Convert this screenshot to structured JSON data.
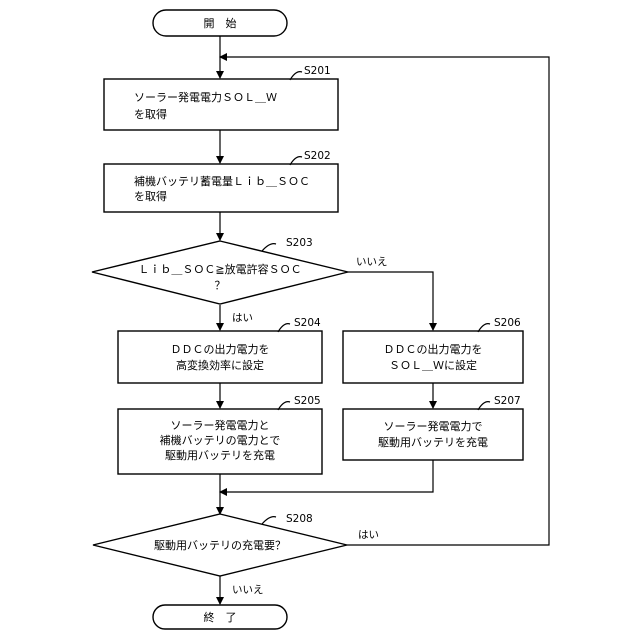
{
  "start": "開　始",
  "end": "終　了",
  "steps": {
    "s201": {
      "id": "S201",
      "line1": "ソーラー発電電力ＳＯＬ＿Ｗ",
      "line2": "を取得"
    },
    "s202": {
      "id": "S202",
      "line1": "補機バッテリ蓄電量Ｌｉｂ＿ＳＯＣ",
      "line2": "を取得"
    },
    "s203": {
      "id": "S203",
      "line1": "Ｌｉｂ＿ＳＯＣ≧放電許容ＳＯＣ",
      "line2": "？"
    },
    "s204": {
      "id": "S204",
      "line1": "ＤＤＣの出力電力を",
      "line2": "高変換効率に設定"
    },
    "s205": {
      "id": "S205",
      "line1": "ソーラー発電電力と",
      "line2": "補機バッテリの電力とで",
      "line3": "駆動用バッテリを充電"
    },
    "s206": {
      "id": "S206",
      "line1": "ＤＤＣの出力電力を",
      "line2": "ＳＯＬ＿Ｗに設定"
    },
    "s207": {
      "id": "S207",
      "line1": "ソーラー発電電力で",
      "line2": "駆動用バッテリを充電"
    },
    "s208": {
      "id": "S208",
      "line1": "駆動用バッテリの充電要？"
    }
  },
  "branches": {
    "s203_yes": "はい",
    "s203_no": "いいえ",
    "s208_yes": "はい",
    "s208_no": "いいえ"
  }
}
